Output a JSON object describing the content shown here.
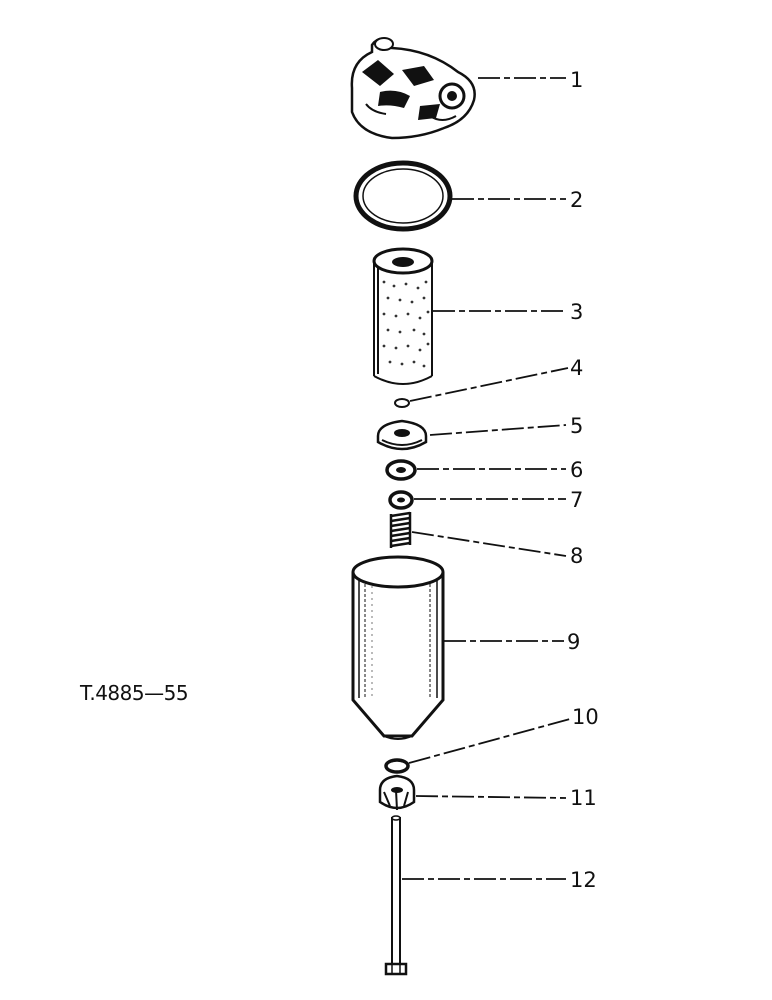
{
  "figure_ref": "T.4885—55",
  "parts": [
    {
      "number": "1",
      "name": "filter-head"
    },
    {
      "number": "2",
      "name": "sealing-ring"
    },
    {
      "number": "3",
      "name": "filter-element"
    },
    {
      "number": "4",
      "name": "small-seal"
    },
    {
      "number": "5",
      "name": "pressure-plate"
    },
    {
      "number": "6",
      "name": "washer-upper"
    },
    {
      "number": "7",
      "name": "washer-lower"
    },
    {
      "number": "8",
      "name": "spring"
    },
    {
      "number": "9",
      "name": "filter-bowl"
    },
    {
      "number": "10",
      "name": "bolt-seal"
    },
    {
      "number": "11",
      "name": "bowl-nut"
    },
    {
      "number": "12",
      "name": "centre-bolt"
    }
  ]
}
